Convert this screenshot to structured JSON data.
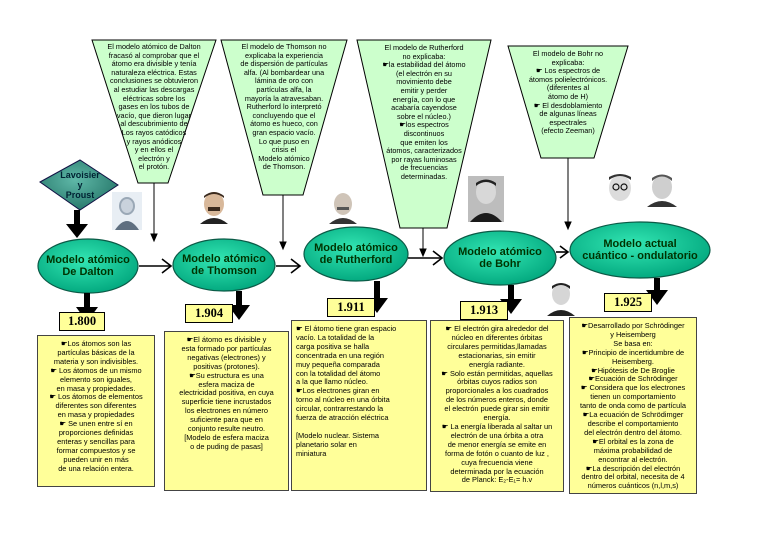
{
  "funnels": [
    {
      "text": "El modelo atómico de Dalton\nfracasó al comprobar que el\nátomo era divisible y tenía\nnaturaleza eléctrica. Estas\nconclusiones se obtuvieron\nal estudiar las descargas\neléctricas sobre los\ngases en los tubos de\nvacío, que dieron lugar\nal descubrimiento de\nLos rayos catódicos\ny rayos anódicos\ny en ellos el\nelectrón y\nel protón."
    },
    {
      "text": "El modelo de Thomson no\nexplicaba la experiencia\nde dispersión de partículas\nalfa. (Al bombardear una\nlámina de oro con\npartículas alfa, la\nmayoría la atravesaban.\nRutherford lo interpretó\nconcluyendo que el\nátomo es hueco, con\ngran espacio vacío.\nLo que puso en\ncrisis el\nModelo atómico\nde Thomson."
    },
    {
      "text": "El modelo de Rutherford\nno explicaba:\n☛la estabilidad del átomo\n(el electrón en su\nmovimiento debe\nemitir y perder\nenergía, con lo que\nacabaría cayendose\nsobre el núcleo.)\n☛los espectros\ndiscontinuos\nque emiten los\nátomos, caracterizados\npor rayas luminosas\nde frecuencias\ndeterminadas."
    },
    {
      "text": "El modelo de Bohr no\nexplicaba:\n☛ Los espectros de\nátomos polielectrónicos.\n(diferentes al\nátomo de H)\n☛ El desdoblamiento\nde algunas líneas\nespectrales\n(efecto Zeeman)"
    }
  ],
  "lavoisier_label": "Lavoisier\ny\nProust",
  "models": [
    {
      "label": "Modelo atómico\nDe Dalton",
      "year": "1.800"
    },
    {
      "label": "Modelo atómico\nde Thomson",
      "year": "1.904"
    },
    {
      "label": "Modelo atómico\nde Rutherford",
      "year": "1.911"
    },
    {
      "label": "Modelo atómico\nde Bohr",
      "year": "1.913"
    },
    {
      "label": "Modelo actual\ncuántico - ondulatorio",
      "year": "1.925"
    }
  ],
  "cards": [
    {
      "text": "☛Los átomos son las\npartículas básicas de la\nmateria y son indivisibles.\n☛ Los átomos de un mismo\nelemento son iguales,\nen masa y propiedades.\n☛ Los átomos de elementos\ndiferentes son diferentes\nen masa y propiedades\n☛ Se unen entre sí en\nproporciones definidas\nenteras y sencillas para\nformar compuestos y se\npueden unir en más\nde una relación entera."
    },
    {
      "text": "☛El átomo es divisible y\nesta formado por partículas\nnegativas (electrones) y\npositivas (protones).\n☛Su estructura es una\nesfera maciza de\nelectricidad positiva, en cuya\nsuperficie tiene incrustados\nlos electrones en número\nsuficiente para que en\nconjunto resulte neutro.\n[Modelo de esfera maciza\no de puding de pasas]"
    },
    {
      "text": "☛ El átomo tiene gran espacio\nvacío. La totalidad de la\ncarga positiva se halla\nconcentrada en una región\nmuy pequeña comparada\ncon la totalidad del átomo\na la que llamo núcleo.\n☛Los electrones giran en\ntorno al núcleo en una órbita\ncircular, contrarrestando la\nfuerza de atracción eléctrica\n\n[Modelo nuclear. Sistema\nplanetario solar en\nminiatura"
    },
    {
      "text": "☛ El electrón gira alrededor del\nnúcleo en diferentes órbitas\ncirculares permitidas,llamadas\nestacionarias, sin emitir\nenergía radiante.\n☛ Solo están permitidas, aquellas\nórbitas cuyos radios son\nproporcionales a los cuadrados\nde los números enteros, donde\nel electrón puede girar sin emitir\nenergía.\n☛ La energía liberada al saltar un\nelectrón de una órbita a otra\nde menor energía se emite en\nforma de fotón o cuanto de luz ,\ncuya frecuencia viene\ndeterminada por la ecuación\nde Planck: E₂-E₁= h.v"
    },
    {
      "text": "☛Desarrollado por Schrödinger\ny Heisemberg\nSe basa en:\n☛Principio de incertidumbre de\nHeisemberg.\n☛Hipótesis de De Broglie\n☛Ecuación de Schrödinger\n☛ Considera que los electrones\ntienen un comportamiento\ntanto de onda como de partícula\n☛La ecuación de Schrödimger\ndescribe el comportamiento\ndel electrón dentro del átomo.\n☛El orbital es la zona de\nmáxima probabilidad de\nencontrar al electrón.\n☛La descripción del electrón\ndentro del orbital, necesita de 4\nnúmeros cuánticos (n,l,m,s)"
    }
  ],
  "colors": {
    "funnel_fill": "#ccffcc",
    "node_fill": "#00cc99",
    "card_fill": "#ffff99",
    "lavoisier_fill": "#2e8b7a"
  }
}
